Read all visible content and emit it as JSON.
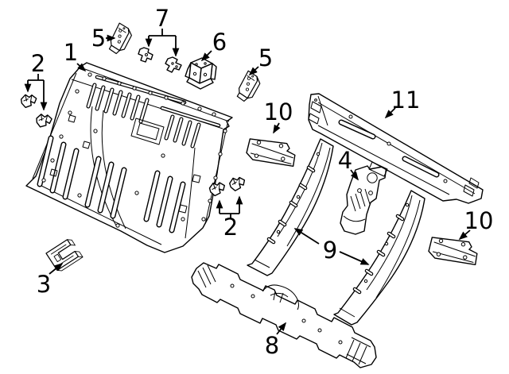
{
  "meta": {
    "background_color": "#ffffff",
    "line_color": "#000000",
    "label_color": "#000000"
  },
  "callouts": [
    {
      "part": "floor-pan",
      "text": "1"
    },
    {
      "part": "clip-pair-left",
      "text": "2"
    },
    {
      "part": "clip-pair-right",
      "text": "2"
    },
    {
      "part": "support-bracket",
      "text": "3"
    },
    {
      "part": "reinforcement-plate",
      "text": "4"
    },
    {
      "part": "mount-bracket-left",
      "text": "5"
    },
    {
      "part": "mount-bracket-right",
      "text": "5"
    },
    {
      "part": "box-bracket",
      "text": "6"
    },
    {
      "part": "clip-pair-top",
      "text": "7"
    },
    {
      "part": "rear-crossmember",
      "text": "8"
    },
    {
      "part": "floor-side-rails",
      "text": "9"
    },
    {
      "part": "rail-bracket-left",
      "text": "10"
    },
    {
      "part": "rail-bracket-right",
      "text": "10"
    },
    {
      "part": "upper-crossmember",
      "text": "11"
    }
  ]
}
